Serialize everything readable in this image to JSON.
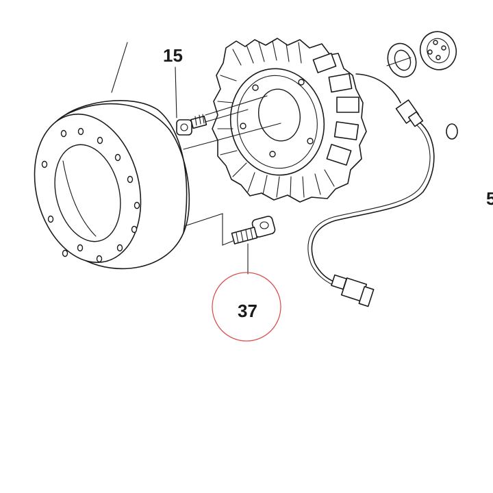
{
  "diagram": {
    "callouts": [
      {
        "id": "callout-15",
        "number": "15"
      },
      {
        "id": "callout-37",
        "number": "37",
        "highlighted": true
      },
      {
        "id": "callout-5-partial",
        "number": "5"
      }
    ],
    "colors": {
      "line": "#1a1a1a",
      "highlight_circle": "#d9534f",
      "background": "#ffffff"
    }
  }
}
